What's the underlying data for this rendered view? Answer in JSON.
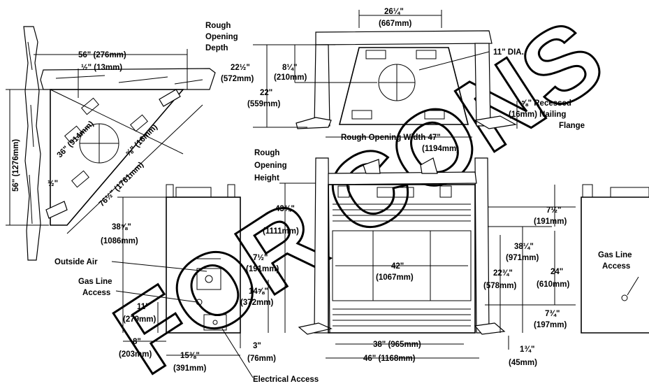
{
  "corner_view": {
    "depth_label": "56\" (276mm)",
    "flange_top_label": "½\" (13mm)",
    "height_label": "56\" (1276mm)",
    "flue_label": "36\" (914mm)",
    "side_label": "⅝\" (16mm)",
    "diagonal_label": "76½\" (1761mm)",
    "flange_side_label": "½\""
  },
  "top_view": {
    "width_top_label_1": "26¼\"",
    "width_top_label_2": "(667mm)",
    "depth_title_1": "Rough",
    "depth_title_2": "Opening",
    "depth_title_3": "Depth",
    "depth_total_1": "22½\"",
    "depth_total_2": "(572mm)",
    "depth_flue_1": "8¼\"",
    "depth_flue_2": "(210mm)",
    "depth_inner_1": "22\"",
    "depth_inner_2": "(559mm)",
    "flue_dia": "11\" DIA.",
    "recess_1": "⅝\" Recessed",
    "recess_2": "(16mm) Nailing",
    "recess_3": "Flange",
    "rough_width": "Rough Opening Width 47\"",
    "rough_width_mm": "(1194mm)"
  },
  "side_view": {
    "height_1": "38⅝\"",
    "height_2": "(1086mm)",
    "outside_air": "Outside Air",
    "air_w_1": "7½\"",
    "air_w_2": "(191mm)",
    "gas_1": "Gas Line",
    "gas_2": "Access",
    "gas_h_1": "11\"",
    "gas_h_2": "(279mm)",
    "elec_h_1": "14⅝\"",
    "elec_h_2": "(372mm)",
    "depth_1": "8\"",
    "depth_2": "(203mm)",
    "width_1": "15⅜\"",
    "width_2": "(391mm)",
    "elec_off_1": "3\"",
    "elec_off_2": "(76mm)",
    "elec_label": "Electrical Access"
  },
  "front_view": {
    "rough_h_1": "Rough",
    "rough_h_2": "Opening",
    "rough_h_3": "Height",
    "height_1": "43¾\"",
    "height_2": "(1111mm)",
    "open_w_1": "42\"",
    "open_w_2": "(1067mm)",
    "h1_1": "38¼\"",
    "h1_2": "(971mm)",
    "h2_1": "22¾\"",
    "h2_2": "(578mm)",
    "top_1": "7½\"",
    "top_2": "(191mm)",
    "h3_1": "24\"",
    "h3_2": "(610mm)",
    "bot_1": "7¾\"",
    "bot_2": "(197mm)",
    "base_1": "1¾\"",
    "base_2": "(45mm)",
    "w1": "38\" (965mm)",
    "w2": "46\" (1168mm)"
  },
  "right_view": {
    "gas_1": "Gas Line",
    "gas_2": "Access"
  },
  "watermark": "FOR CONS"
}
